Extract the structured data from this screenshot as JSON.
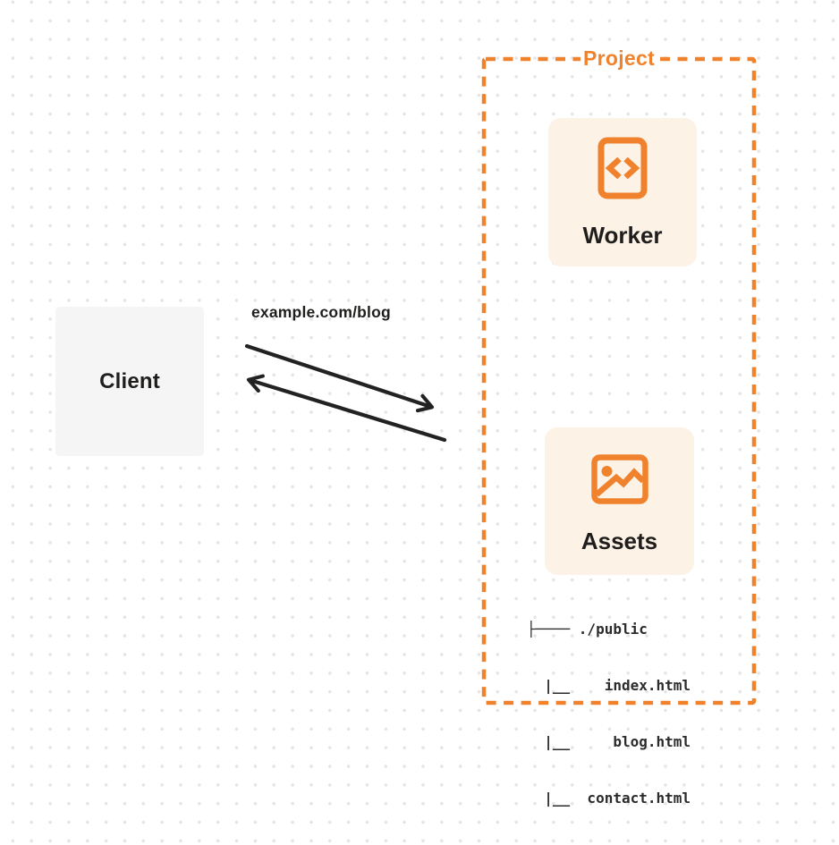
{
  "diagram": {
    "client": {
      "label": "Client"
    },
    "request": {
      "label": "example.com/blog"
    },
    "arrows": {
      "to_project": "request-arrow-right",
      "to_client": "response-arrow-left",
      "color": "#222222"
    },
    "project": {
      "label": "Project",
      "worker": {
        "label": "Worker",
        "icon": "code-file-icon"
      },
      "assets": {
        "label": "Assets",
        "icon": "image-icon"
      },
      "file_tree": [
        "├──── ./public",
        "  |__    index.html",
        "  |__     blog.html",
        "  |__  contact.html"
      ]
    },
    "colors": {
      "accent_orange": "#f0822d",
      "card_fill": "#fdf2e6",
      "client_fill": "#f5f5f6",
      "ink": "#1f1e1d",
      "dot_grid": "#e4e4e7"
    }
  }
}
